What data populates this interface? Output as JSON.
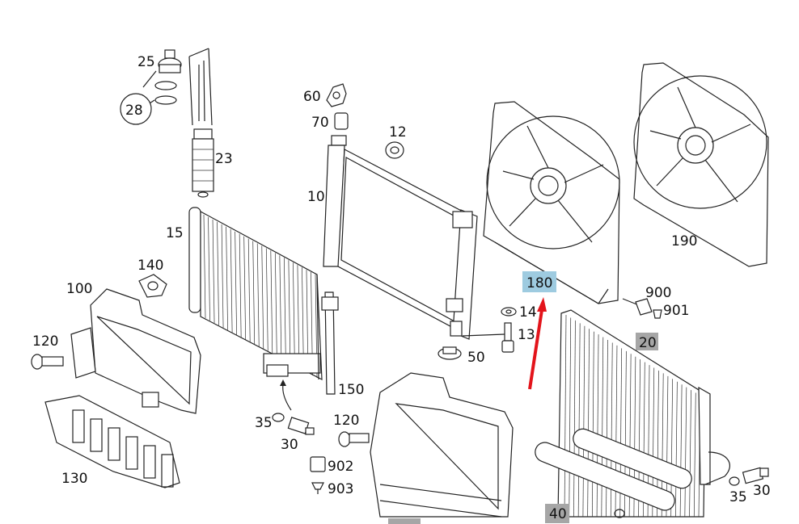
{
  "callouts": {
    "p25": "25",
    "p28": "28",
    "p23": "23",
    "p60": "60",
    "p70": "70",
    "p12": "12",
    "p10": "10",
    "p15": "15",
    "p140": "140",
    "p100": "100",
    "p120a": "120",
    "p130": "130",
    "p35a": "35",
    "p30a": "30",
    "p902": "902",
    "p903": "903",
    "p150": "150",
    "p120b": "120",
    "p14": "14",
    "p13": "13",
    "p50": "50",
    "p180": "180",
    "p190": "190",
    "p900": "900",
    "p901": "901",
    "p20": "20",
    "p40": "40",
    "p35b": "35",
    "p30b": "30"
  },
  "highlight": {
    "selected_part": "180",
    "highlight_color": "#9ecbe0",
    "arrow_color": "#e3141b",
    "gray_label_color": "#a6a6a6"
  }
}
